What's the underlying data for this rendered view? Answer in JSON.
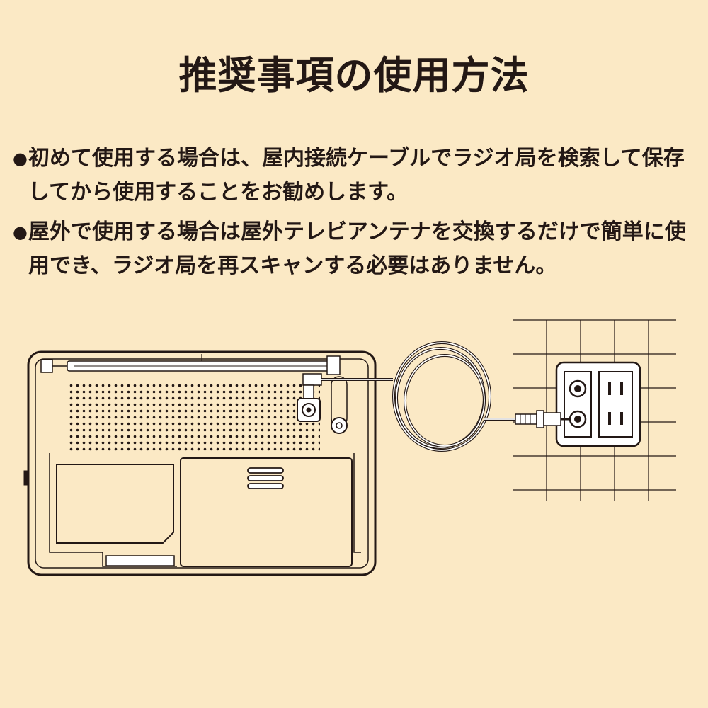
{
  "title": "推奨事項の使用方法",
  "bullets": [
    {
      "marker": "●",
      "text": "初めて使用する場合は、屋内接続ケーブルでラジオ局を検索して保存してから使用することをお勧めします。"
    },
    {
      "marker": "●",
      "text": "屋外で使用する場合は屋外テレビアンテナを交換するだけで簡単に使用でき、ラジオ局を再スキャンする必要はありません。"
    }
  ],
  "colors": {
    "background": "#fbe9c5",
    "ink": "#231815",
    "panel": "#ffffff"
  },
  "icons": [
    "radio-device",
    "antenna",
    "coiled-cable",
    "wall-outlet"
  ]
}
